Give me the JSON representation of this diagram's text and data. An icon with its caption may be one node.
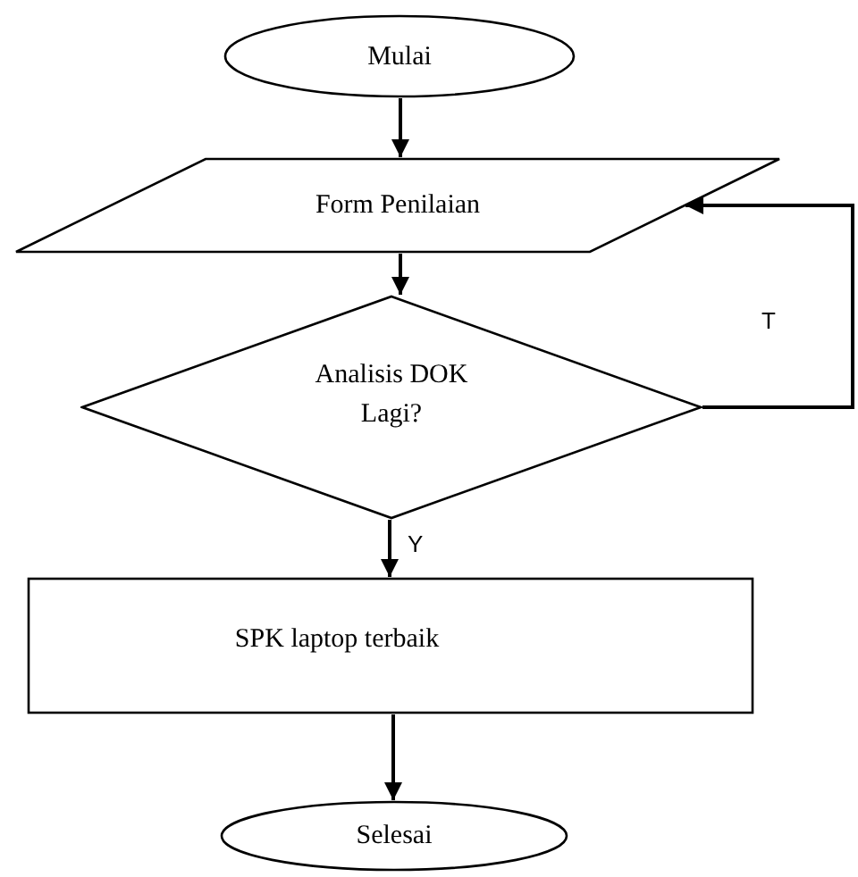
{
  "diagram": {
    "nodes": [
      {
        "text": [
          "Mulai"
        ]
      },
      {
        "text": [
          "Form Penilaian"
        ]
      },
      {
        "text": [
          "Analisis DOK Lagi?"
        ]
      },
      {
        "text": [
          "SPK laptop terbaik"
        ]
      },
      {
        "text": [
          "Selesai"
        ]
      }
    ],
    "edges": [
      {
        "from": 0,
        "to": 1,
        "arrow": "to"
      },
      {
        "from": 1,
        "to": 2,
        "arrow": "to"
      },
      {
        "from": 2,
        "to": 3,
        "arrow": "to",
        "label": "Y"
      },
      {
        "from": 3,
        "to": 4,
        "arrow": "to"
      },
      {
        "from": 2,
        "to": 1,
        "arrow": "to",
        "label": "T"
      }
    ]
  }
}
